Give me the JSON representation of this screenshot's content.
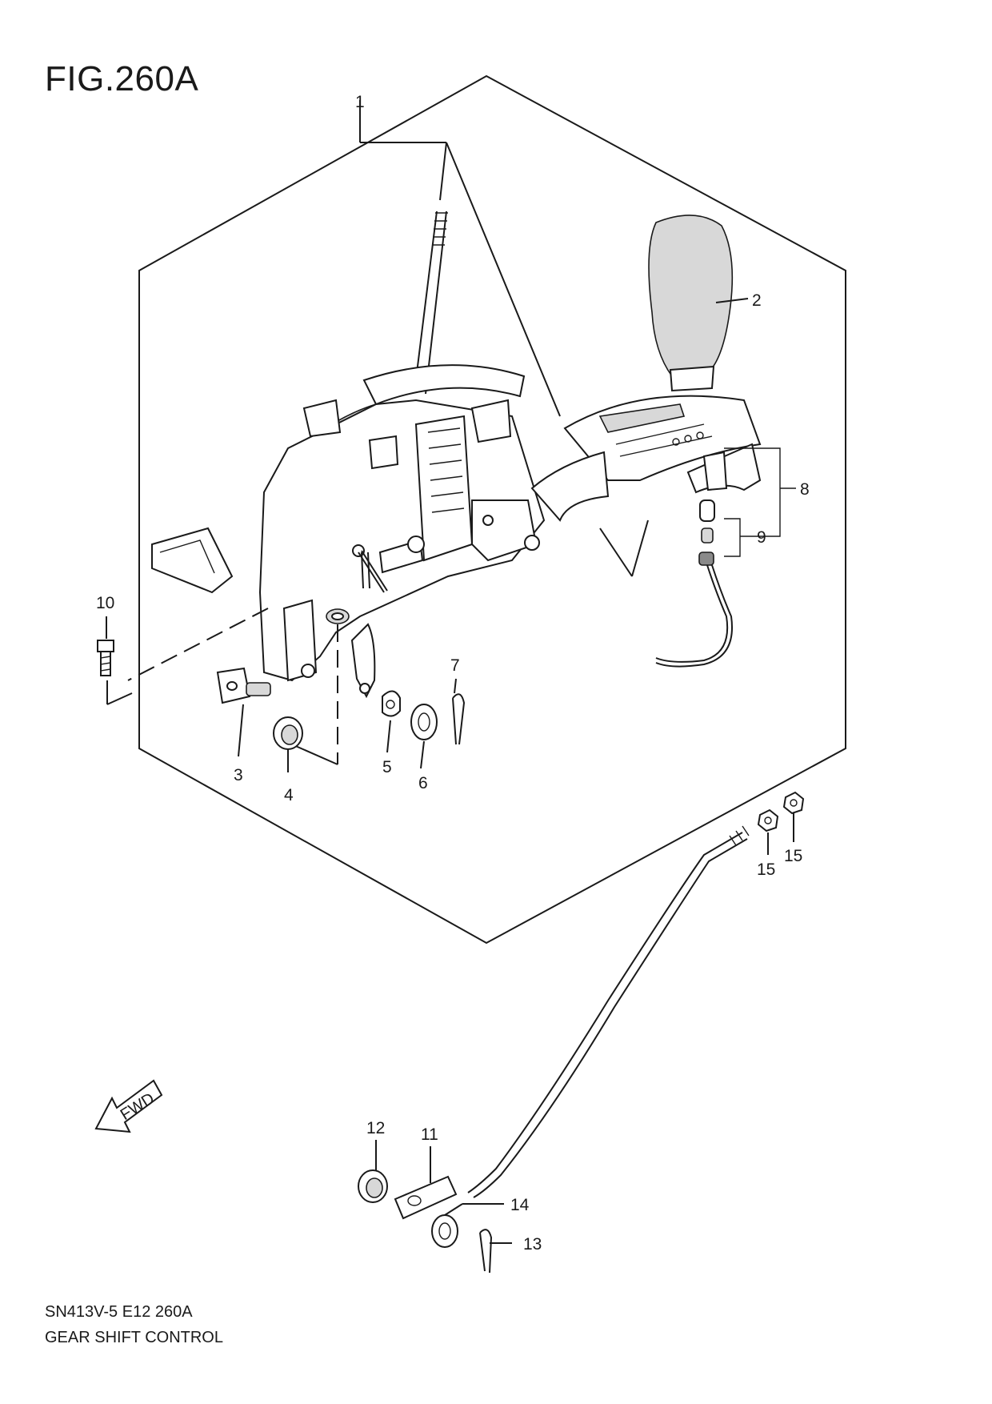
{
  "figure": {
    "title": "FIG.260A"
  },
  "footer": {
    "code": "SN413V-5 E12 260A",
    "name": "GEAR SHIFT CONTROL"
  },
  "direction_arrow": {
    "label": "FWD"
  },
  "parts": [
    {
      "id": "p1",
      "label": "1"
    },
    {
      "id": "p2",
      "label": "2"
    },
    {
      "id": "p3",
      "label": "3"
    },
    {
      "id": "p4",
      "label": "4"
    },
    {
      "id": "p5",
      "label": "5"
    },
    {
      "id": "p6",
      "label": "6"
    },
    {
      "id": "p7",
      "label": "7"
    },
    {
      "id": "p8",
      "label": "8"
    },
    {
      "id": "p9",
      "label": "9"
    },
    {
      "id": "p10",
      "label": "10"
    },
    {
      "id": "p11",
      "label": "11"
    },
    {
      "id": "p12",
      "label": "12"
    },
    {
      "id": "p13",
      "label": "13"
    },
    {
      "id": "p14",
      "label": "14"
    },
    {
      "id": "p15a",
      "label": "15"
    },
    {
      "id": "p15b",
      "label": "15"
    }
  ]
}
